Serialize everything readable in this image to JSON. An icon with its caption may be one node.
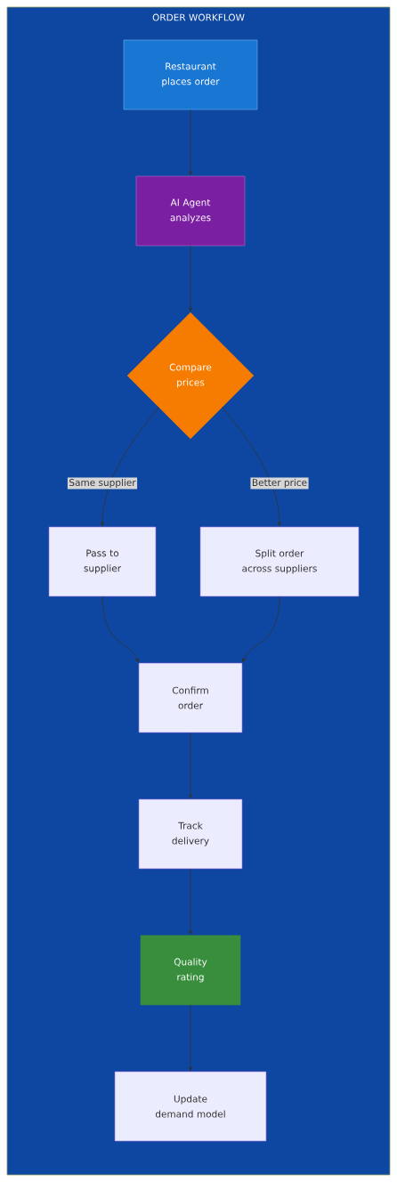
{
  "diagram": {
    "nodes": [
      {
        "text": [
          "ORDER WORKFLOW"
        ]
      },
      {
        "text": [
          "Restaurant places order"
        ],
        "in": 0
      },
      {
        "text": [
          "AI Agent analyzes"
        ],
        "in": 0
      },
      {
        "text": [
          "Compare prices"
        ],
        "in": 0
      },
      {
        "text": [
          "Pass to supplier"
        ],
        "in": 0
      },
      {
        "text": [
          "Split order across suppliers"
        ],
        "in": 0
      },
      {
        "text": [
          "Confirm order"
        ],
        "in": 0
      },
      {
        "text": [
          "Track delivery"
        ],
        "in": 0
      },
      {
        "text": [
          "Quality rating"
        ],
        "in": 0
      },
      {
        "text": [
          "Update demand model"
        ],
        "in": 0
      }
    ],
    "edges": [
      {
        "from": 1,
        "to": 2,
        "arrow": "to"
      },
      {
        "from": 2,
        "to": 3,
        "arrow": "to"
      },
      {
        "from": 3,
        "to": 4,
        "arrow": "to",
        "label": "Same supplier"
      },
      {
        "from": 3,
        "to": 5,
        "arrow": "to",
        "label": "Better price"
      },
      {
        "from": 4,
        "to": 6,
        "arrow": "to"
      },
      {
        "from": 5,
        "to": 6,
        "arrow": "to"
      },
      {
        "from": 6,
        "to": 7,
        "arrow": "to"
      },
      {
        "from": 7,
        "to": 8,
        "arrow": "to"
      },
      {
        "from": 8,
        "to": 9,
        "arrow": "to"
      }
    ]
  }
}
